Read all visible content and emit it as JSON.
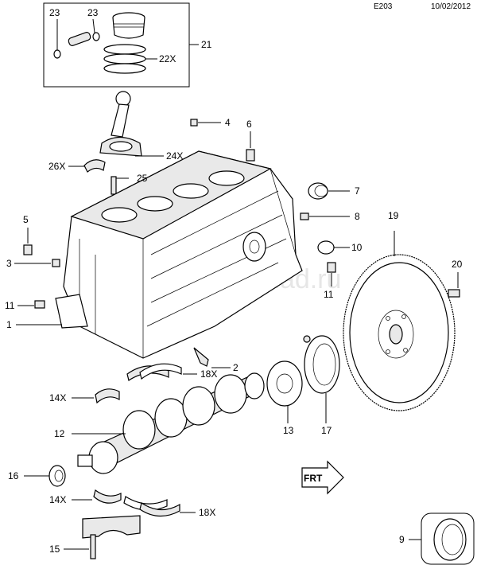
{
  "header": {
    "code": "E203",
    "date": "10/02/2012"
  },
  "watermark": "www.autoklad.ru",
  "callouts": {
    "c1": "1",
    "c2": "2",
    "c3": "3",
    "c4": "4",
    "c5": "5",
    "c6": "6",
    "c7": "7",
    "c8": "8",
    "c9": "9",
    "c10": "10",
    "c11a": "11",
    "c11b": "11",
    "c12": "12",
    "c13": "13",
    "c14a": "14X",
    "c14b": "14X",
    "c15": "15",
    "c16": "16",
    "c17": "17",
    "c18a": "18X",
    "c18b": "18X",
    "c19": "19",
    "c20": "20",
    "c21": "21",
    "c22": "22X",
    "c23a": "23",
    "c23b": "23",
    "c24": "24X",
    "c25": "25",
    "c26": "26X"
  },
  "front_marker": "FRT"
}
